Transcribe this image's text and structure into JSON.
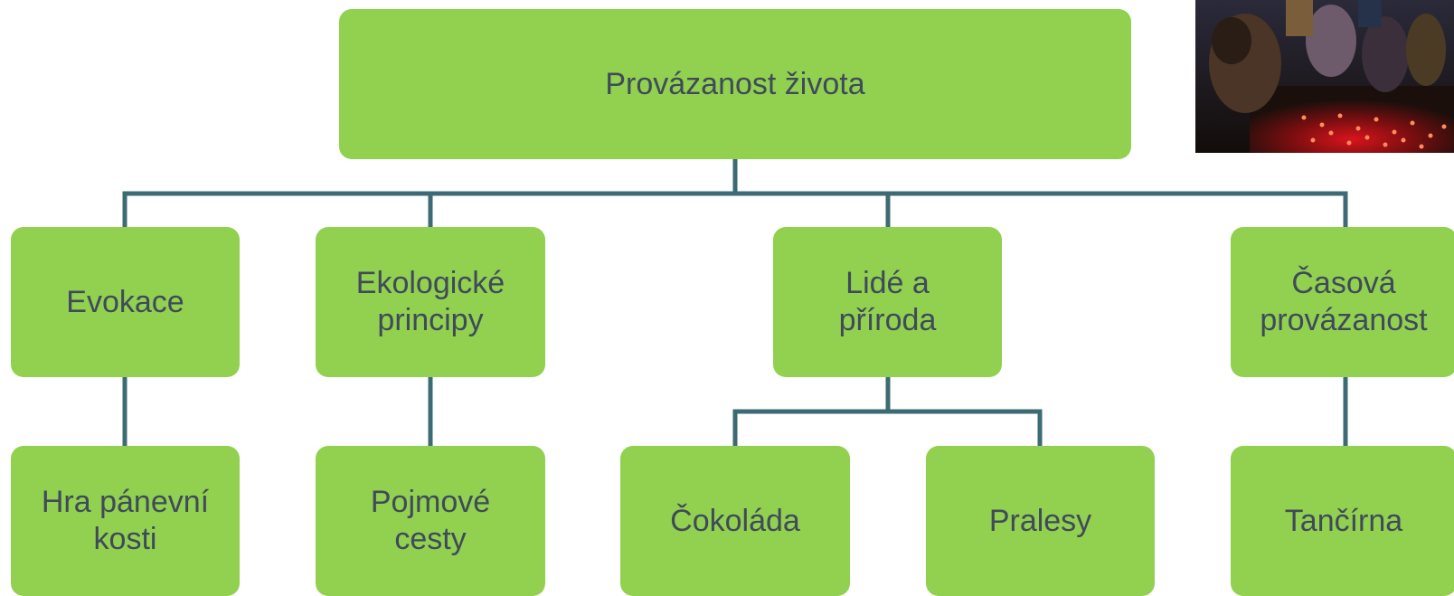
{
  "diagram": {
    "root": {
      "label": "Provázanost života"
    },
    "branches": [
      {
        "label": "Evokace",
        "child": "Hra pánevní kosti"
      },
      {
        "label": "Ekologické principy",
        "child": "Pojmové cesty"
      },
      {
        "label": "Lidé a příroda",
        "children": [
          "Čokoláda",
          "Pralesy"
        ]
      },
      {
        "label": "Časová provázanost",
        "child": "Tančírna"
      }
    ],
    "colors": {
      "node_fill": "#92d050",
      "node_text": "#3f4a5a",
      "connector": "#3d6b73"
    }
  },
  "photo": {
    "description_icon": "people-with-candles-photo"
  }
}
